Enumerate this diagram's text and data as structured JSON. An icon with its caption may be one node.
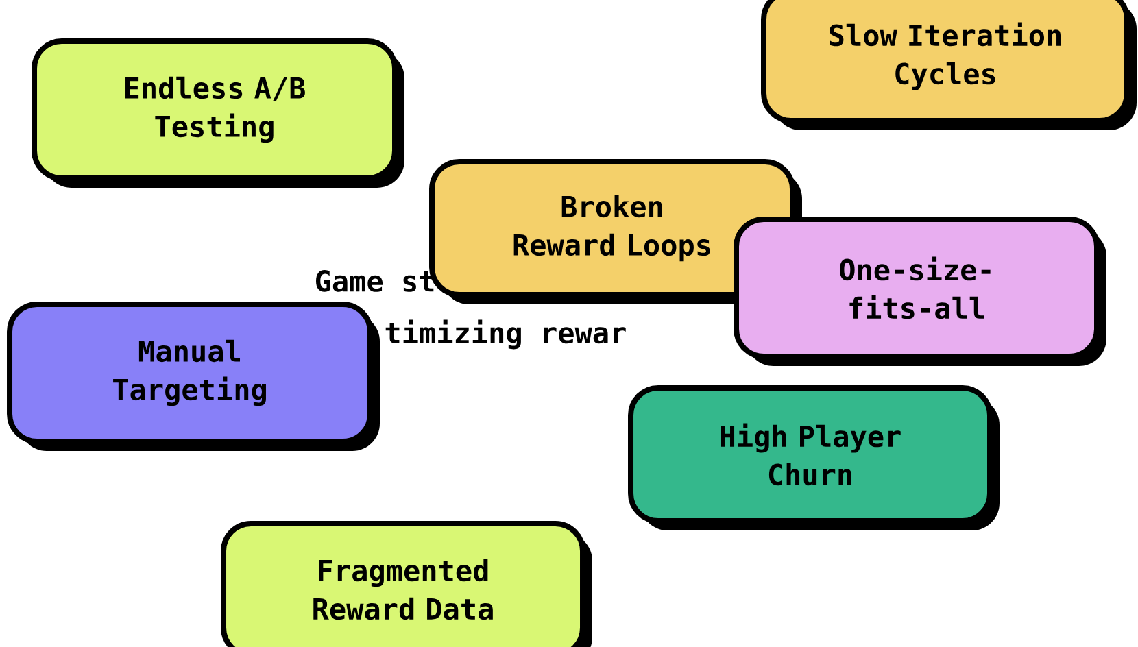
{
  "diagram": {
    "nodes": [
      {
        "text": [
          "Slow Iteration Cycles"
        ]
      },
      {
        "text": [
          "Endless A/B Testing"
        ]
      },
      {
        "text": [
          "Broken Reward Loops"
        ]
      },
      {
        "text": [
          "One-size-fits-all"
        ]
      },
      {
        "text": [
          "Manual Targeting"
        ]
      },
      {
        "text": [
          "High Player Churn"
        ]
      },
      {
        "text": [
          "Fragmented Reward Data"
        ]
      }
    ],
    "labels": [
      "Game st",
      "timizing rewar"
    ]
  }
}
